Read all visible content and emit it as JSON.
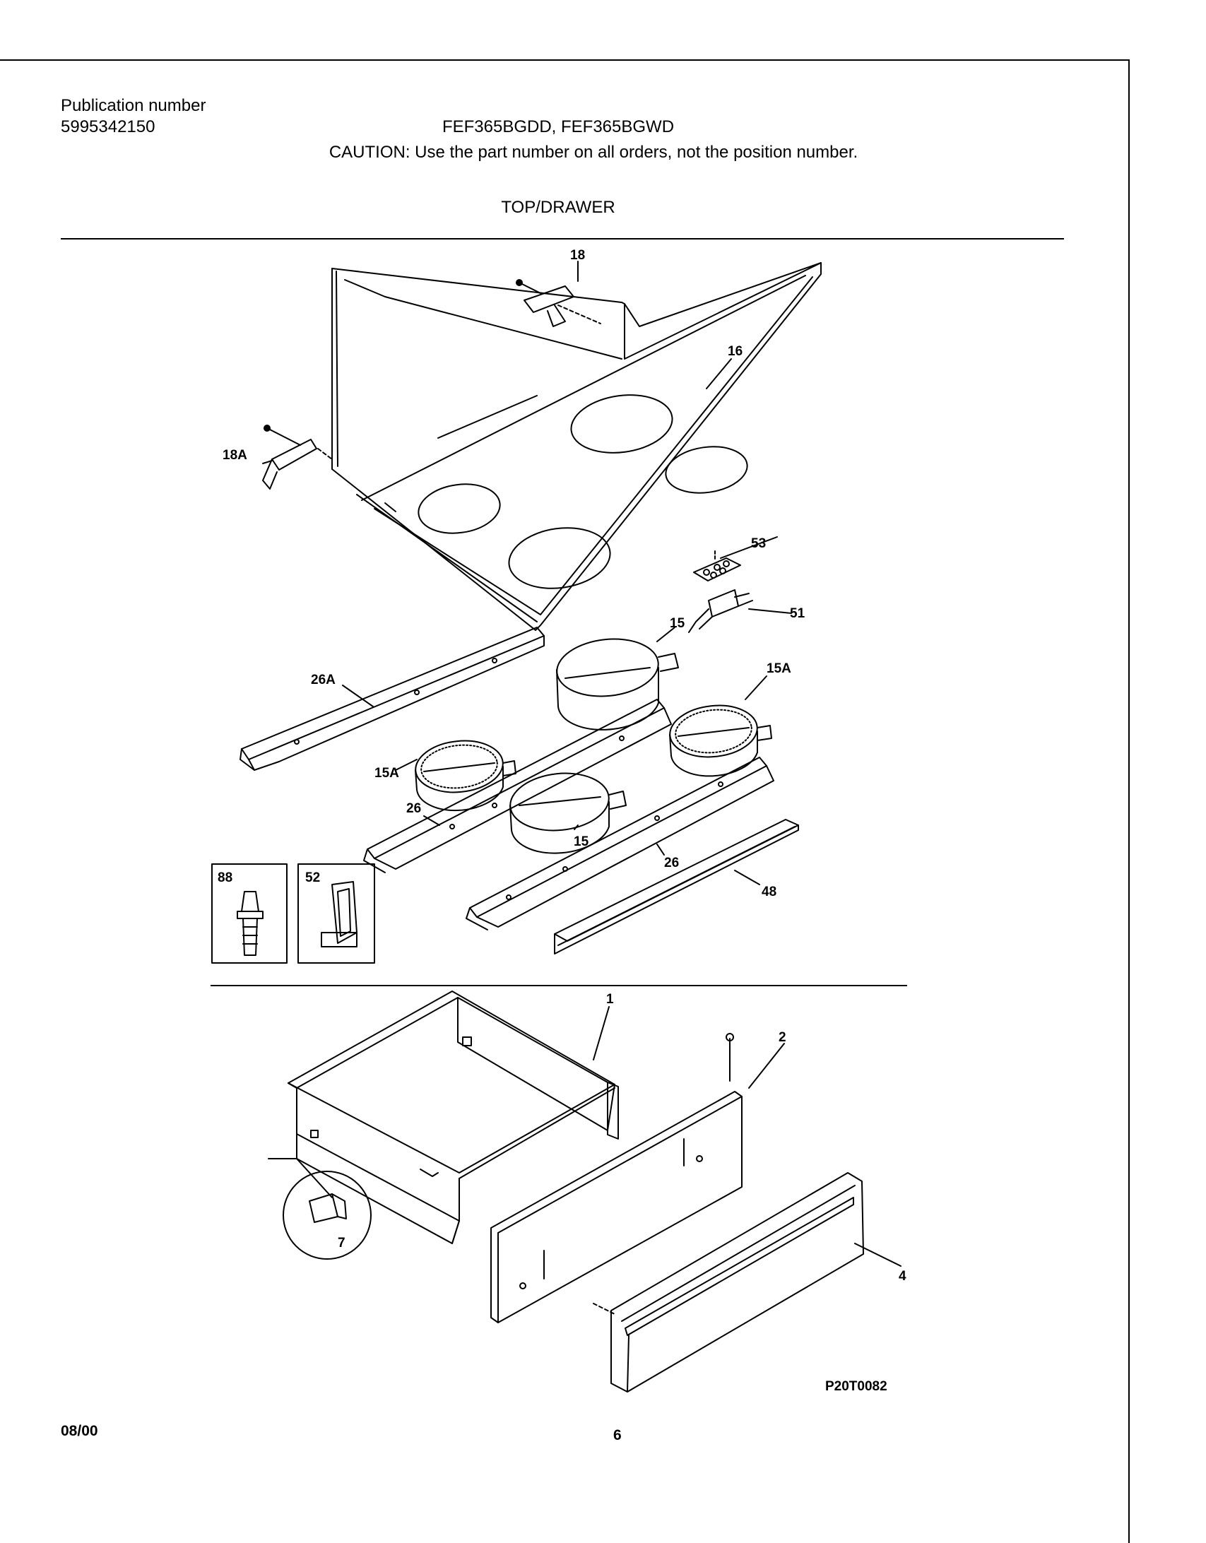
{
  "header": {
    "pub_label": "Publication number",
    "pub_number": "5995342150",
    "models": "FEF365BGDD, FEF365BGWD",
    "caution": "CAUTION:  Use the part number on all orders, not the position number.",
    "section_title": "TOP/DRAWER"
  },
  "callouts": {
    "c18": "18",
    "c18A": "18A",
    "c16": "16",
    "c53": "53",
    "c51": "51",
    "c15_top": "15",
    "c15A_right": "15A",
    "c26A": "26A",
    "c15A_left": "15A",
    "c26_left": "26",
    "c15_bottom": "15",
    "c26_right": "26",
    "c48": "48",
    "c88": "88",
    "c52": "52",
    "c1": "1",
    "c2": "2",
    "c7": "7",
    "c4": "4"
  },
  "figure_code": "P20T0082",
  "footer": {
    "date": "08/00",
    "page": "6"
  }
}
